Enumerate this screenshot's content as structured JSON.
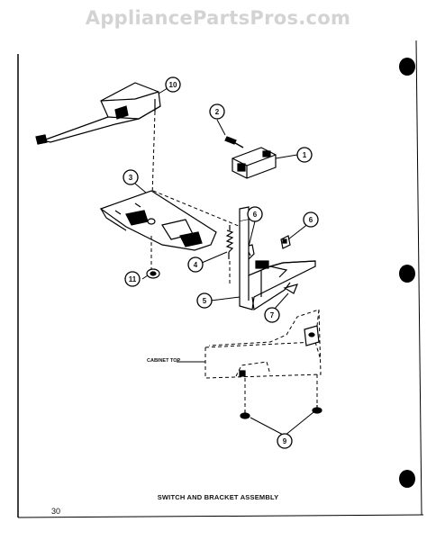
{
  "watermark": "AppliancePartsPros.com",
  "diagram": {
    "caption": "SWITCH AND BRACKET ASSEMBLY",
    "page_number": "30",
    "cabinet_label": "CABINET TOP",
    "callouts": [
      "1",
      "2",
      "3",
      "4",
      "5",
      "6",
      "6",
      "7",
      "9",
      "10",
      "11"
    ]
  }
}
